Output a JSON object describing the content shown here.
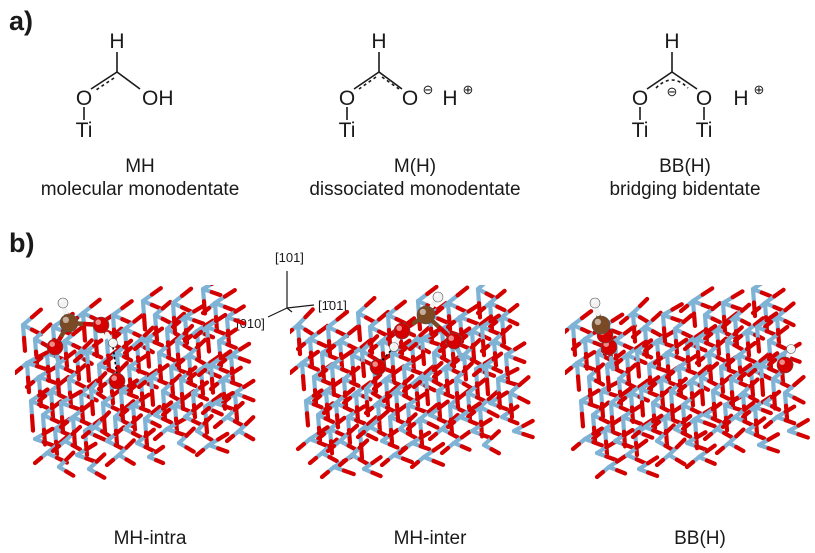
{
  "panels": {
    "a": "a)",
    "b": "b)"
  },
  "schemes": [
    {
      "atoms": {
        "h_top": "H",
        "o_left": "O",
        "o_right": "OH",
        "ti_left": "Ti",
        "ti_right": "",
        "charge_o": "",
        "charge_c": "",
        "proton": "",
        "proton_charge": ""
      },
      "abbrev": "MH",
      "description": "molecular monodentate"
    },
    {
      "atoms": {
        "h_top": "H",
        "o_left": "O",
        "o_right": "O",
        "ti_left": "Ti",
        "ti_right": "",
        "charge_o": "⊖",
        "charge_c": "",
        "proton": "H",
        "proton_charge": "⊕"
      },
      "abbrev": "M(H)",
      "description": "dissociated monodentate"
    },
    {
      "atoms": {
        "h_top": "H",
        "o_left": "O",
        "o_right": "O",
        "ti_left": "Ti",
        "ti_right": "Ti",
        "charge_o": "",
        "charge_c": "⊖",
        "proton": "H",
        "proton_charge": "⊕"
      },
      "abbrev": "BB(H)",
      "description": "bridging bidentate"
    }
  ],
  "axes": {
    "up": "[101]",
    "left": "[010]",
    "right": "[1̄01]"
  },
  "structures": [
    {
      "label": "MH-intra"
    },
    {
      "label": "MH-inter"
    },
    {
      "label": "BB(H)"
    }
  ],
  "colors": {
    "ti": "#7fb3d5",
    "o": "#d40000",
    "c": "#7a4a24",
    "h": "#f2f2f2",
    "hbond": "#000000"
  }
}
